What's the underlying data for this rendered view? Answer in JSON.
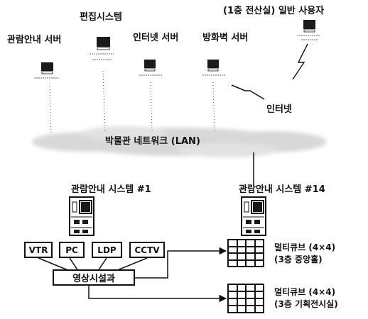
{
  "nodes": {
    "edit_system": "편집시스템",
    "general_user": "(1층 전산실) 일반 사용자",
    "guide_server": "관람안내 서버",
    "internet_server": "인터넷 서버",
    "firewall_server": "방화벽 서버",
    "internet": "인터넷"
  },
  "lan": {
    "label": "박물관 네트워크 (LAN)"
  },
  "kiosks": {
    "kiosk_1": "관람안내 시스템 #1",
    "kiosk_14": "관람안내 시스템 #14"
  },
  "sources": {
    "vtr": "VTR",
    "pc": "PC",
    "ldp": "LDP",
    "cctv": "CCTV"
  },
  "video_dept": "영상시설과",
  "cubes": {
    "cube_1": {
      "label": "멀티큐브 (4×4)",
      "location": "(3층 중앙홀)"
    },
    "cube_2": {
      "label": "멀티큐브 (4×4)",
      "location": "(3층 기획전시실)"
    }
  },
  "colors": {
    "ink": "#111111",
    "cloud": "#d8d8d8",
    "screen": "#1a1a1a"
  }
}
